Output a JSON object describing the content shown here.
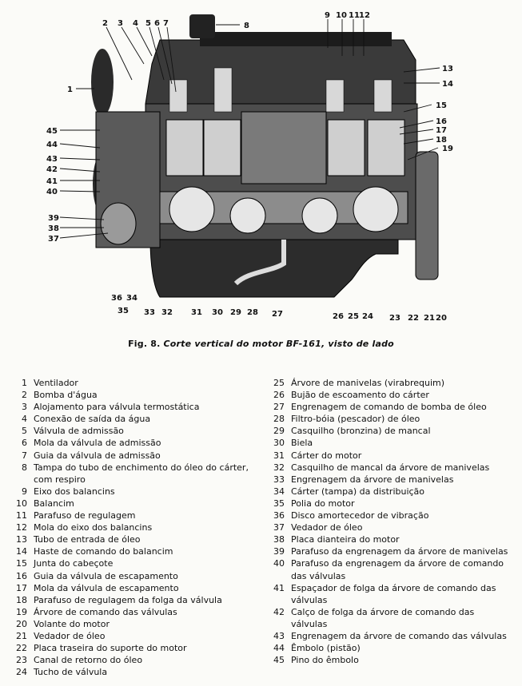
{
  "caption": {
    "prefix": "Fig. 8.",
    "text": "Corte vertical do motor BF-161, visto de lado"
  },
  "callouts": [
    "1",
    "2",
    "3",
    "4",
    "5",
    "6",
    "7",
    "8",
    "9",
    "10",
    "11",
    "12",
    "13",
    "14",
    "15",
    "16",
    "17",
    "18",
    "19",
    "20",
    "21",
    "22",
    "23",
    "24",
    "25",
    "26",
    "27",
    "28",
    "29",
    "30",
    "31",
    "32",
    "33",
    "34",
    "35",
    "36",
    "37",
    "38",
    "39",
    "40",
    "41",
    "42",
    "43",
    "44",
    "45"
  ],
  "legend_left": [
    {
      "n": "1",
      "t": "Ventilador"
    },
    {
      "n": "2",
      "t": "Bomba d'água"
    },
    {
      "n": "3",
      "t": "Alojamento para válvula termostática"
    },
    {
      "n": "4",
      "t": "Conexão de saída da água"
    },
    {
      "n": "5",
      "t": "Válvula de admissão"
    },
    {
      "n": "6",
      "t": "Mola da válvula de admissão"
    },
    {
      "n": "7",
      "t": "Guia da válvula de admissão"
    },
    {
      "n": "8",
      "t": "Tampa do tubo de enchimento do óleo do cárter, com respiro"
    },
    {
      "n": "9",
      "t": "Eixo dos balancins"
    },
    {
      "n": "10",
      "t": "Balancim"
    },
    {
      "n": "11",
      "t": "Parafuso de regulagem"
    },
    {
      "n": "12",
      "t": "Mola do eixo dos balancins"
    },
    {
      "n": "13",
      "t": "Tubo de entrada de óleo"
    },
    {
      "n": "14",
      "t": "Haste de comando do balancim"
    },
    {
      "n": "15",
      "t": "Junta do cabeçote"
    },
    {
      "n": "16",
      "t": "Guia da válvula de escapamento"
    },
    {
      "n": "17",
      "t": "Mola da válvula de escapamento"
    },
    {
      "n": "18",
      "t": "Parafuso de regulagem da folga da válvula"
    },
    {
      "n": "19",
      "t": "Árvore de comando das válvulas"
    },
    {
      "n": "20",
      "t": "Volante do motor"
    },
    {
      "n": "21",
      "t": "Vedador de óleo"
    },
    {
      "n": "22",
      "t": "Placa traseira do suporte do motor"
    },
    {
      "n": "23",
      "t": "Canal de retorno do óleo"
    },
    {
      "n": "24",
      "t": "Tucho de válvula"
    }
  ],
  "legend_right": [
    {
      "n": "25",
      "t": "Árvore de manivelas (virabrequim)"
    },
    {
      "n": "26",
      "t": "Bujão de escoamento do cárter"
    },
    {
      "n": "27",
      "t": "Engrenagem de comando de bomba de óleo"
    },
    {
      "n": "28",
      "t": "Filtro-bóia (pescador) de óleo"
    },
    {
      "n": "29",
      "t": "Casquilho (bronzina) de mancal"
    },
    {
      "n": "30",
      "t": "Biela"
    },
    {
      "n": "31",
      "t": "Cárter do motor"
    },
    {
      "n": "32",
      "t": "Casquilho de mancal da árvore de manivelas"
    },
    {
      "n": "33",
      "t": "Engrenagem da árvore de manivelas"
    },
    {
      "n": "34",
      "t": "Cárter (tampa) da distribuição"
    },
    {
      "n": "35",
      "t": "Polia do motor"
    },
    {
      "n": "36",
      "t": "Disco amortecedor de vibração"
    },
    {
      "n": "37",
      "t": "Vedador de óleo"
    },
    {
      "n": "38",
      "t": "Placa dianteira do motor"
    },
    {
      "n": "39",
      "t": "Parafuso da engrenagem da árvore de manivelas"
    },
    {
      "n": "40",
      "t": "Parafuso da engrenagem da árvore de comando das válvulas"
    },
    {
      "n": "41",
      "t": "Espaçador de folga da árvore de comando das válvulas"
    },
    {
      "n": "42",
      "t": "Calço de folga da árvore de comando das válvulas"
    },
    {
      "n": "43",
      "t": "Engrenagem da árvore de comando das válvulas"
    },
    {
      "n": "44",
      "t": "Êmbolo (pistão)"
    },
    {
      "n": "45",
      "t": "Pino do êmbolo"
    }
  ]
}
